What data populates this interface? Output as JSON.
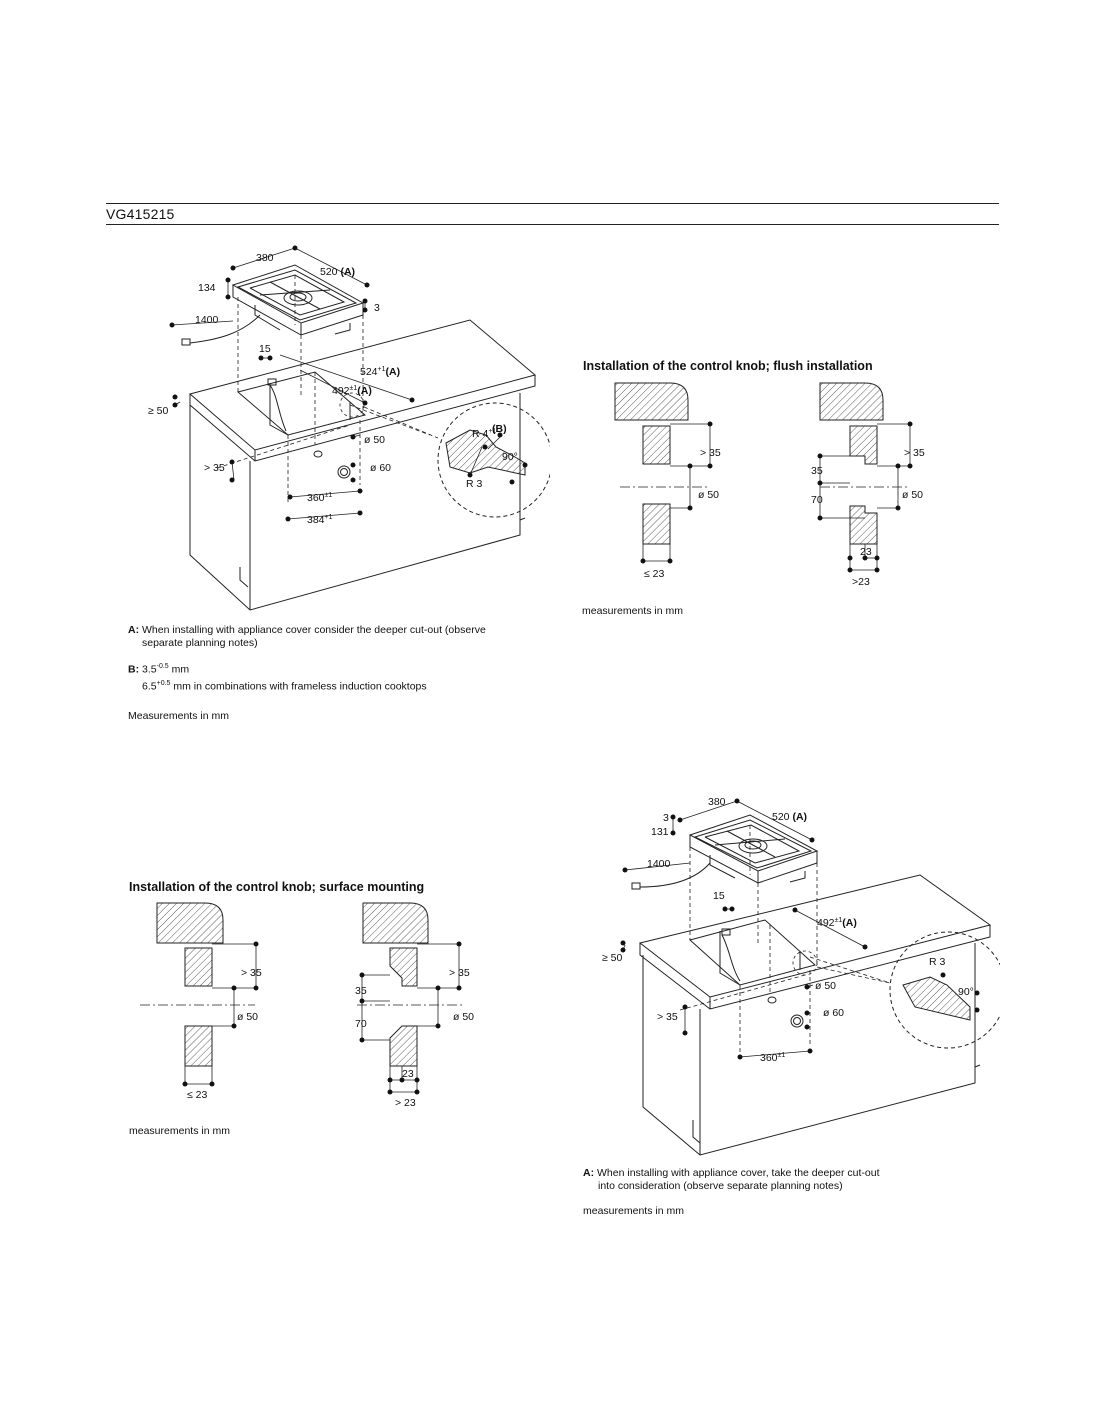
{
  "model": "VG415215",
  "headings": {
    "flush": "Installation of the control knob; flush installation",
    "surface": "Installation of the control knob; surface mounting"
  },
  "top_diagram": {
    "width": "380",
    "depth": "520",
    "depth_note": "(A)",
    "height": "134",
    "cable": "1400",
    "top_gap": "3",
    "offset": "15",
    "cutout_depth": "524",
    "cutout_depth_tol": "+1",
    "cutout_depth_note": "(A)",
    "cutout_width": "492",
    "cutout_width_tol": "±1",
    "cutout_width_note": "(A)",
    "edge": "≥ 50",
    "knob_hole": "ø 50",
    "knob": "ø 60",
    "knob_height": "> 35",
    "knob_offset": "360",
    "knob_offset_tol": "±1",
    "cut_width2": "384",
    "cut_width2_tol": "+1",
    "radius_big": "R 4",
    "radius_big_tol": "+1",
    "radius_big_note": "(B)",
    "radius_small": "R 3",
    "angle": "90°"
  },
  "notes_top": {
    "a_label": "A:",
    "a_text_1": "When installing with appliance cover consider the deeper cut-out (observe",
    "a_text_2": "separate planning notes)",
    "b_label": "B:",
    "b_line1_val": "3.5",
    "b_line1_tol": "-0.5",
    "b_line1_unit": " mm",
    "b_line2_val": "6.5",
    "b_line2_tol": "+0.5",
    "b_line2_rest": " mm in combinations with frameless induction cooktops",
    "measure": "Measurements in mm"
  },
  "flush_diagram": {
    "l_gt35": "> 35",
    "l_d50": "ø 50",
    "l_le23": "≤ 23",
    "r_gt35": "> 35",
    "r_35": "35",
    "r_70": "70",
    "r_d50": "ø 50",
    "r_23": "23",
    "r_gt23": ">23",
    "measure": "measurements in mm"
  },
  "surface_diagram": {
    "l_gt35": "> 35",
    "l_d50": "ø 50",
    "l_le23": "≤ 23",
    "r_gt35": "> 35",
    "r_35": "35",
    "r_70": "70",
    "r_d50": "ø 50",
    "r_23": "23",
    "r_gt23": "> 23",
    "measure": "measurements in mm"
  },
  "bottom_diagram": {
    "width": "380",
    "depth": "520",
    "depth_note": "(A)",
    "top_gap": "3",
    "height": "131",
    "cable": "1400",
    "offset": "15",
    "cutout_width": "492",
    "cutout_width_tol": "±1",
    "cutout_width_note": "(A)",
    "edge": "≥ 50",
    "knob_hole": "ø 50",
    "knob": "ø 60",
    "knob_height": "> 35",
    "knob_offset": "360",
    "knob_offset_tol": "±1",
    "radius": "R 3",
    "angle": "90°"
  },
  "notes_bottom": {
    "a_label": "A:",
    "a_text_1": "When installing with appliance cover, take the deeper cut-out",
    "a_text_2": "into consideration (observe separate planning notes)",
    "measure": "measurements in mm"
  }
}
